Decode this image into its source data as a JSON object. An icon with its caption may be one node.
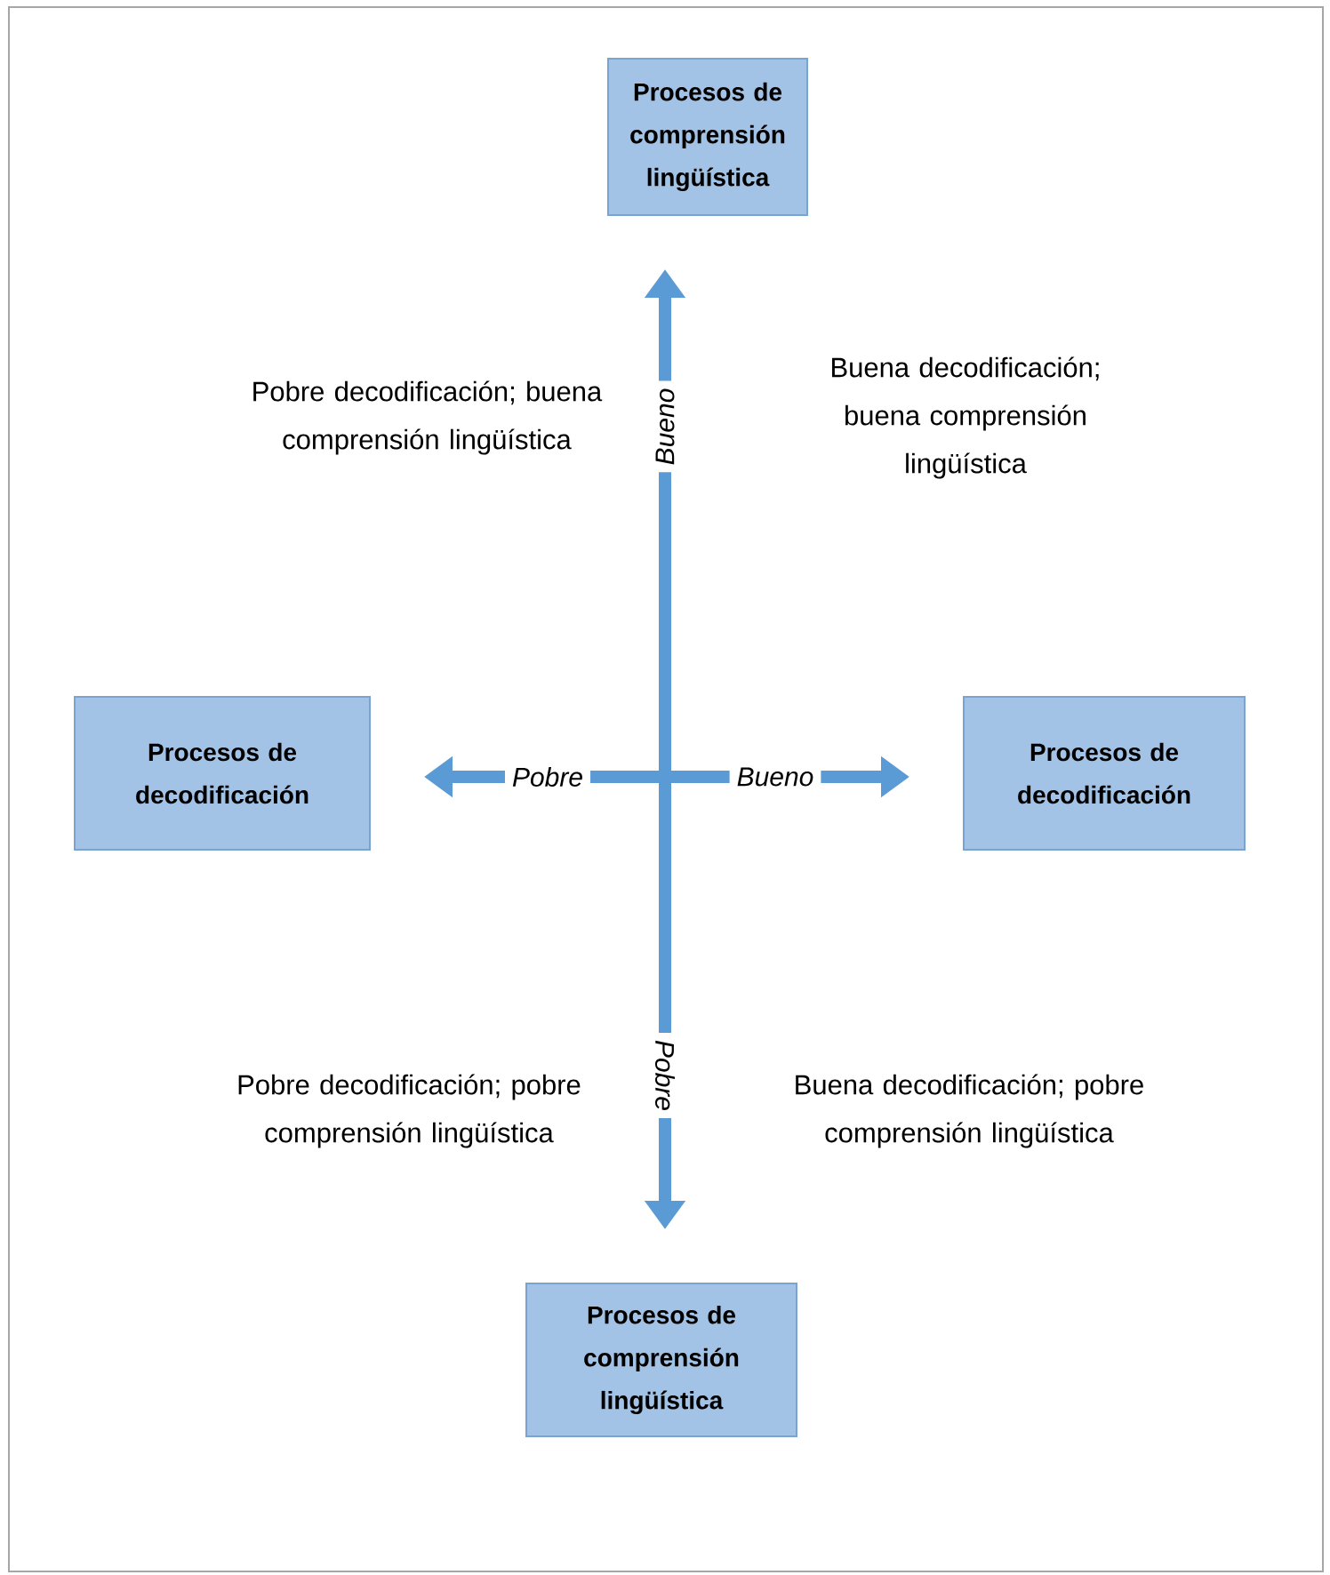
{
  "diagram": {
    "nodes": [
      {
        "text": [
          "Procesos de comprensión lingüística"
        ]
      },
      {
        "text": [
          "Procesos de decodificación"
        ]
      },
      {
        "text": [
          "Procesos de decodificación"
        ]
      },
      {
        "text": [
          "Procesos de comprensión lingüística"
        ]
      }
    ],
    "edges": [
      {
        "from": null,
        "to": 0,
        "arrow": "to",
        "label": "Bueno"
      },
      {
        "from": null,
        "to": 1,
        "arrow": "to",
        "label": "Pobre"
      },
      {
        "from": null,
        "to": 2,
        "arrow": "to",
        "label": "Bueno"
      },
      {
        "from": null,
        "to": 3,
        "arrow": "to",
        "label": "Pobre"
      }
    ],
    "labels": [
      "Pobre decodificación; buena comprensión lingüística",
      "Buena decodificación; buena comprensión lingüística",
      "Pobre decodificación; pobre comprensión lingüística",
      "Buena decodificación; pobre comprensión lingüística"
    ]
  }
}
